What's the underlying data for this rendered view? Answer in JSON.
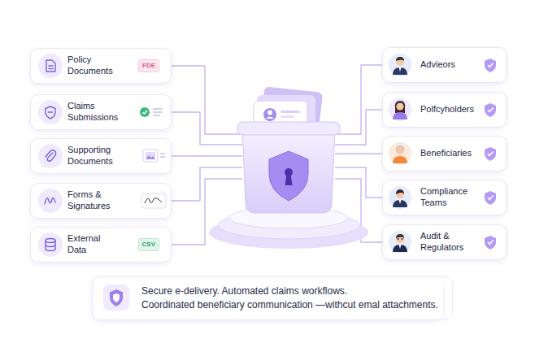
{
  "diagram": {
    "nodes": [
      {
        "text": [
          "Policy Documents",
          "FDE"
        ]
      },
      {
        "text": [
          "Claims Submissions"
        ]
      },
      {
        "text": [
          "Supporting Documents"
        ]
      },
      {
        "text": [
          "Forms & Signatures"
        ]
      },
      {
        "text": [
          "External Data",
          "CSV"
        ]
      },
      {
        "text": [
          "Advieors"
        ]
      },
      {
        "text": [
          "Polfcyholders"
        ]
      },
      {
        "text": [
          "Beneficiaries"
        ]
      },
      {
        "text": [
          "Compliance Teams"
        ]
      },
      {
        "text": [
          "Audit & Regulators"
        ]
      },
      {
        "text": [
          "Secure e-delivery. Automated claims workflows.",
          "Coordinated beneficiary communication —withcut emal attachments."
        ]
      }
    ]
  }
}
